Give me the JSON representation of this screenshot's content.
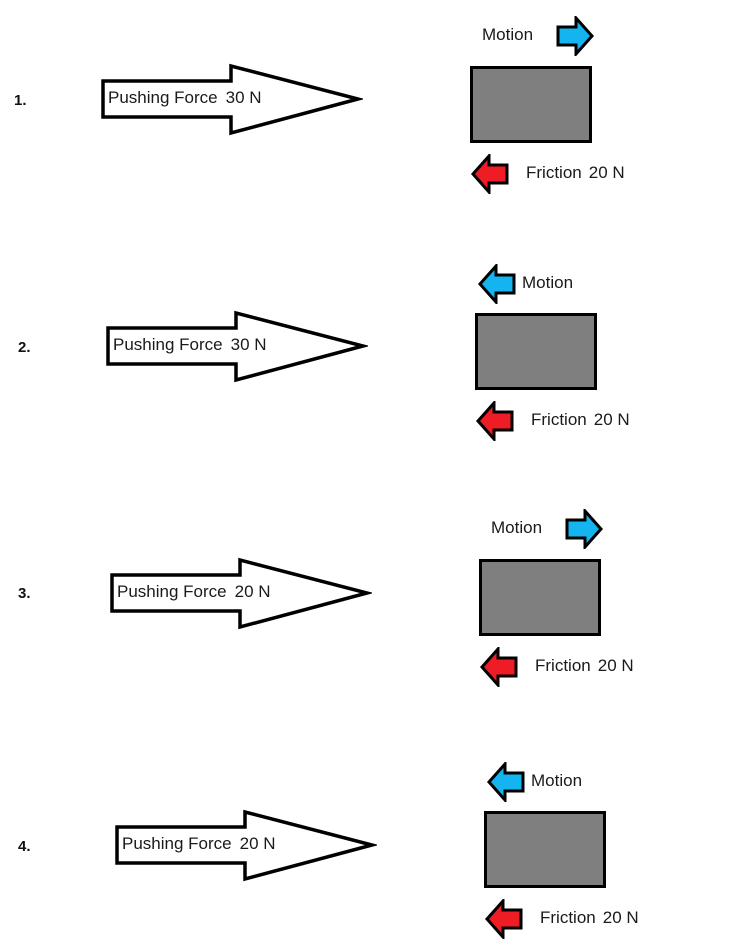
{
  "colors": {
    "motion": "#14b4f0",
    "friction": "#ee1c24",
    "block": "#7f7f7f"
  },
  "scenarios": [
    {
      "number": "1.",
      "push_label": "Pushing Force",
      "push_value": "30 N",
      "motion_label": "Motion",
      "motion_direction": "right",
      "friction_label": "Friction",
      "friction_value": "20 N"
    },
    {
      "number": "2.",
      "push_label": "Pushing Force",
      "push_value": "30 N",
      "motion_label": "Motion",
      "motion_direction": "left",
      "friction_label": "Friction",
      "friction_value": "20 N"
    },
    {
      "number": "3.",
      "push_label": "Pushing Force",
      "push_value": "20 N",
      "motion_label": "Motion",
      "motion_direction": "right",
      "friction_label": "Friction",
      "friction_value": "20 N"
    },
    {
      "number": "4.",
      "push_label": "Pushing Force",
      "push_value": "20 N",
      "motion_label": "Motion",
      "motion_direction": "left",
      "friction_label": "Friction",
      "friction_value": "20 N"
    }
  ]
}
